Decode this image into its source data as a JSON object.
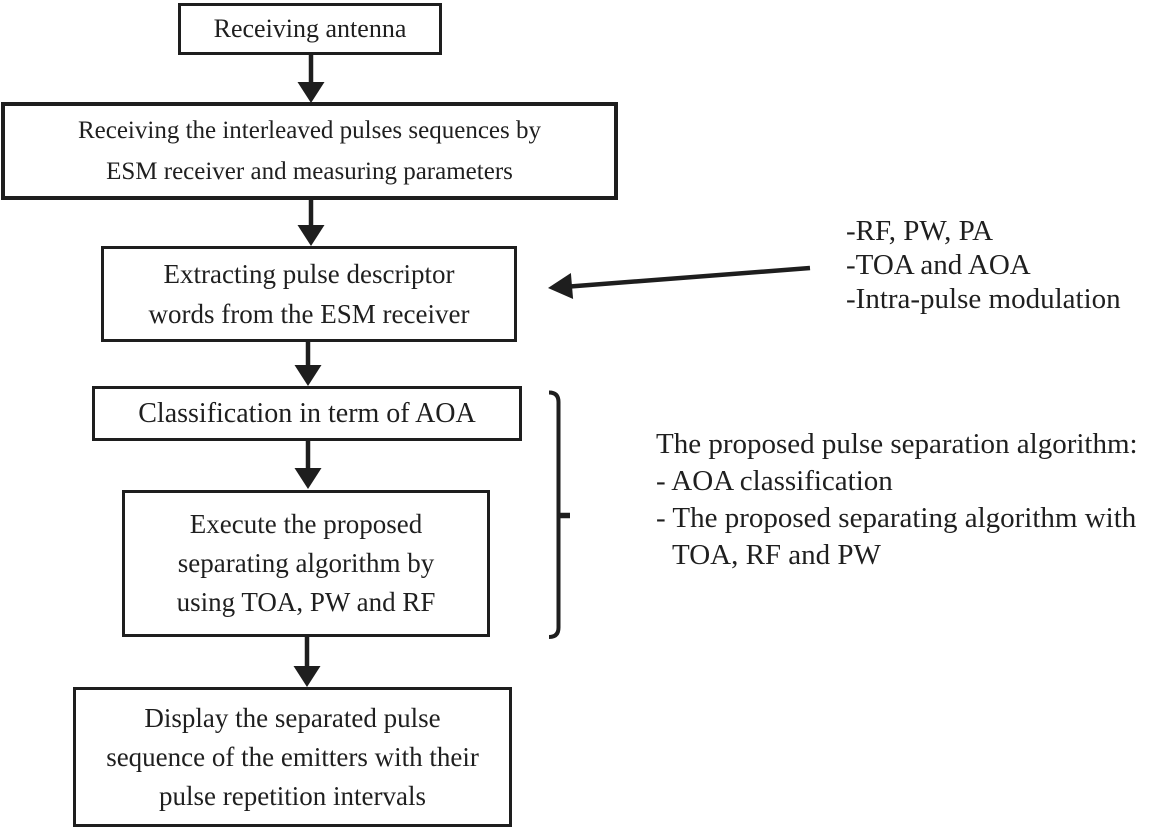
{
  "diagram": {
    "type": "flowchart",
    "background_color": "#ffffff",
    "ink_color": "#1e1e1e",
    "boxes": [
      {
        "id": "receiving-antenna",
        "text": "Receiving antenna"
      },
      {
        "id": "esm-receiving",
        "text": "Receiving the interleaved pulses sequences by\nESM receiver and measuring parameters"
      },
      {
        "id": "pdw-extraction",
        "text": "Extracting pulse descriptor\nwords from the ESM receiver"
      },
      {
        "id": "aoa-classification",
        "text": "Classification in term of AOA"
      },
      {
        "id": "separating-algorithm",
        "text": "Execute the proposed\nseparating algorithm by\nusing TOA, PW and RF"
      },
      {
        "id": "display-result",
        "text": "Display the separated pulse\nsequence of the emitters with their\npulse repetition intervals"
      }
    ],
    "pdw_note": {
      "lines": [
        "-RF, PW, PA",
        "-TOA and AOA",
        "-Intra-pulse modulation"
      ]
    },
    "algorithm_note": {
      "lines": [
        "The proposed pulse separation algorithm:",
        "- AOA classification",
        "- The proposed separating algorithm with",
        "TOA, RF and PW"
      ]
    }
  }
}
